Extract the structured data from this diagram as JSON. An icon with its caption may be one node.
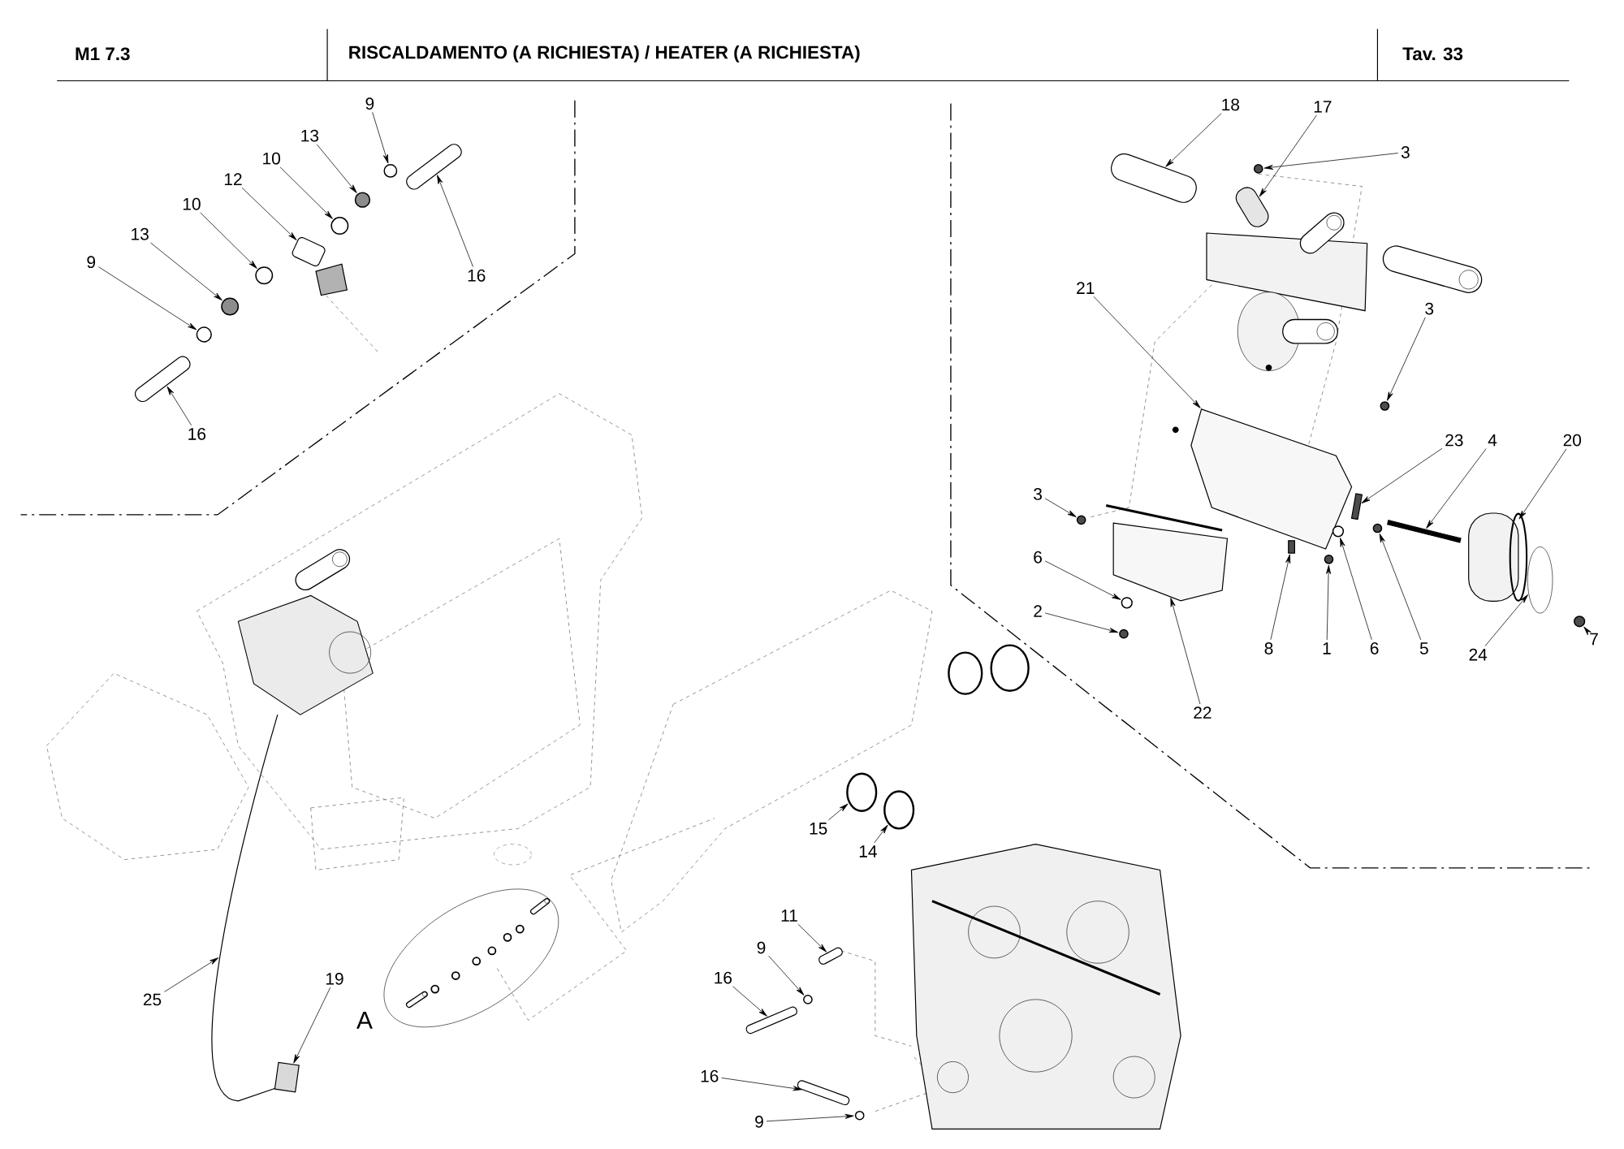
{
  "diagram": {
    "title": "RISCALDAMENTO (A RICHIESTA) / HEATER (A RICHIESTA)",
    "nodes": [
      {
        "text": [
          "9"
        ]
      },
      {
        "text": [
          "13"
        ]
      },
      {
        "text": [
          "10"
        ]
      },
      {
        "text": [
          "12"
        ]
      },
      {
        "text": [
          "16"
        ]
      },
      {
        "text": [
          "10"
        ]
      },
      {
        "text": [
          "13"
        ]
      },
      {
        "text": [
          "9"
        ]
      },
      {
        "text": [
          "16"
        ]
      },
      {
        "text": [
          "18"
        ]
      },
      {
        "text": [
          "17"
        ]
      },
      {
        "text": [
          "3"
        ]
      },
      {
        "text": [
          "21"
        ]
      },
      {
        "text": [
          "3"
        ]
      },
      {
        "text": [
          "23"
        ]
      },
      {
        "text": [
          "4"
        ]
      },
      {
        "text": [
          "20"
        ]
      },
      {
        "text": [
          "3"
        ]
      },
      {
        "text": [
          "6"
        ]
      },
      {
        "text": [
          "2"
        ]
      },
      {
        "text": [
          "8"
        ]
      },
      {
        "text": [
          "1"
        ]
      },
      {
        "text": [
          "6"
        ]
      },
      {
        "text": [
          "5"
        ]
      },
      {
        "text": [
          "24"
        ]
      },
      {
        "text": [
          "7"
        ]
      },
      {
        "text": [
          "22"
        ]
      },
      {
        "text": [
          "15"
        ]
      },
      {
        "text": [
          "14"
        ]
      },
      {
        "text": [
          "11"
        ]
      },
      {
        "text": [
          "9"
        ]
      },
      {
        "text": [
          "16"
        ]
      },
      {
        "text": [
          "25"
        ]
      },
      {
        "text": [
          "19"
        ]
      },
      {
        "text": [
          "16"
        ]
      },
      {
        "text": [
          "9"
        ]
      },
      {
        "text": [],
        "shape": "circle"
      },
      {
        "text": [],
        "shape": "circle"
      },
      {
        "text": [],
        "shape": "circle"
      },
      {
        "text": [],
        "shape": "picture"
      },
      {
        "text": [],
        "shape": "cylinder"
      },
      {
        "text": [],
        "shape": "circle"
      },
      {
        "text": [],
        "shape": "circle"
      },
      {
        "text": [],
        "shape": "circle"
      },
      {
        "text": [],
        "shape": "cylinder"
      },
      {
        "text": [],
        "shape": "cylinder"
      },
      {
        "text": [],
        "shape": "cylinder"
      },
      {
        "text": [],
        "shape": "circle"
      },
      {
        "text": [],
        "shape": "picture"
      },
      {
        "text": [],
        "shape": "circle"
      },
      {
        "text": [],
        "shape": "box"
      },
      {
        "text": [],
        "shape": "bar"
      },
      {
        "text": [],
        "shape": "cylinder"
      },
      {
        "text": [],
        "shape": "circle"
      },
      {
        "text": [],
        "shape": "circle"
      },
      {
        "text": [],
        "shape": "circle"
      },
      {
        "text": [],
        "shape": "box"
      },
      {
        "text": [],
        "shape": "circle"
      },
      {
        "text": [],
        "shape": "circle"
      },
      {
        "text": [],
        "shape": "circle"
      },
      {
        "text": [],
        "shape": "circle"
      },
      {
        "text": [],
        "shape": "circle"
      },
      {
        "text": [],
        "shape": "picture"
      },
      {
        "text": [],
        "shape": "circle"
      },
      {
        "text": [],
        "shape": "circle"
      },
      {
        "text": [],
        "shape": "cylinder"
      },
      {
        "text": [],
        "shape": "circle"
      },
      {
        "text": [],
        "shape": "cylinder"
      },
      {
        "text": [],
        "shape": "picture"
      },
      {
        "text": [],
        "shape": "box"
      },
      {
        "text": [],
        "shape": "cylinder"
      },
      {
        "text": [],
        "shape": "circle"
      }
    ],
    "edges": [
      {
        "from": 0,
        "to": 36,
        "arrow": "to"
      },
      {
        "from": 1,
        "to": 37,
        "arrow": "to"
      },
      {
        "from": 2,
        "to": 38,
        "arrow": "to"
      },
      {
        "from": 3,
        "to": 39,
        "arrow": "to"
      },
      {
        "from": 4,
        "to": 40,
        "arrow": "to"
      },
      {
        "from": 5,
        "to": 41,
        "arrow": "to"
      },
      {
        "from": 6,
        "to": 42,
        "arrow": "to"
      },
      {
        "from": 7,
        "to": 43,
        "arrow": "to"
      },
      {
        "from": 8,
        "to": 44,
        "arrow": "to"
      },
      {
        "from": 9,
        "to": 45,
        "arrow": "to"
      },
      {
        "from": 10,
        "to": 46,
        "arrow": "to"
      },
      {
        "from": 11,
        "to": 47,
        "arrow": "to"
      },
      {
        "from": 12,
        "to": 48,
        "arrow": "to"
      },
      {
        "from": 13,
        "to": 49,
        "arrow": "to"
      },
      {
        "from": 14,
        "to": 50,
        "arrow": "to"
      },
      {
        "from": 15,
        "to": 51,
        "arrow": "to"
      },
      {
        "from": 16,
        "to": 52,
        "arrow": "to"
      },
      {
        "from": 17,
        "to": 53,
        "arrow": "to"
      },
      {
        "from": 18,
        "to": 54,
        "arrow": "to"
      },
      {
        "from": 19,
        "to": 55,
        "arrow": "to"
      },
      {
        "from": 20,
        "to": 56,
        "arrow": "to"
      },
      {
        "from": 21,
        "to": 57,
        "arrow": "to"
      },
      {
        "from": 22,
        "to": 58,
        "arrow": "to"
      },
      {
        "from": 23,
        "to": 59,
        "arrow": "to"
      },
      {
        "from": 24,
        "to": 60,
        "arrow": "to"
      },
      {
        "from": 25,
        "to": 61,
        "arrow": "to"
      },
      {
        "from": 26,
        "to": 62,
        "arrow": "to"
      },
      {
        "from": 27,
        "to": 63,
        "arrow": "to"
      },
      {
        "from": 28,
        "to": 64,
        "arrow": "to"
      },
      {
        "from": 29,
        "to": 65,
        "arrow": "to"
      },
      {
        "from": 30,
        "to": 66,
        "arrow": "to"
      },
      {
        "from": 31,
        "to": 67,
        "arrow": "to"
      },
      {
        "from": 32,
        "to": 68,
        "arrow": "to"
      },
      {
        "from": 33,
        "to": 69,
        "arrow": "to"
      },
      {
        "from": 34,
        "to": 70,
        "arrow": "to"
      },
      {
        "from": 35,
        "to": 71,
        "arrow": "to"
      }
    ],
    "labels": [
      "M1 7.3",
      "Tav.  33",
      "A"
    ]
  }
}
